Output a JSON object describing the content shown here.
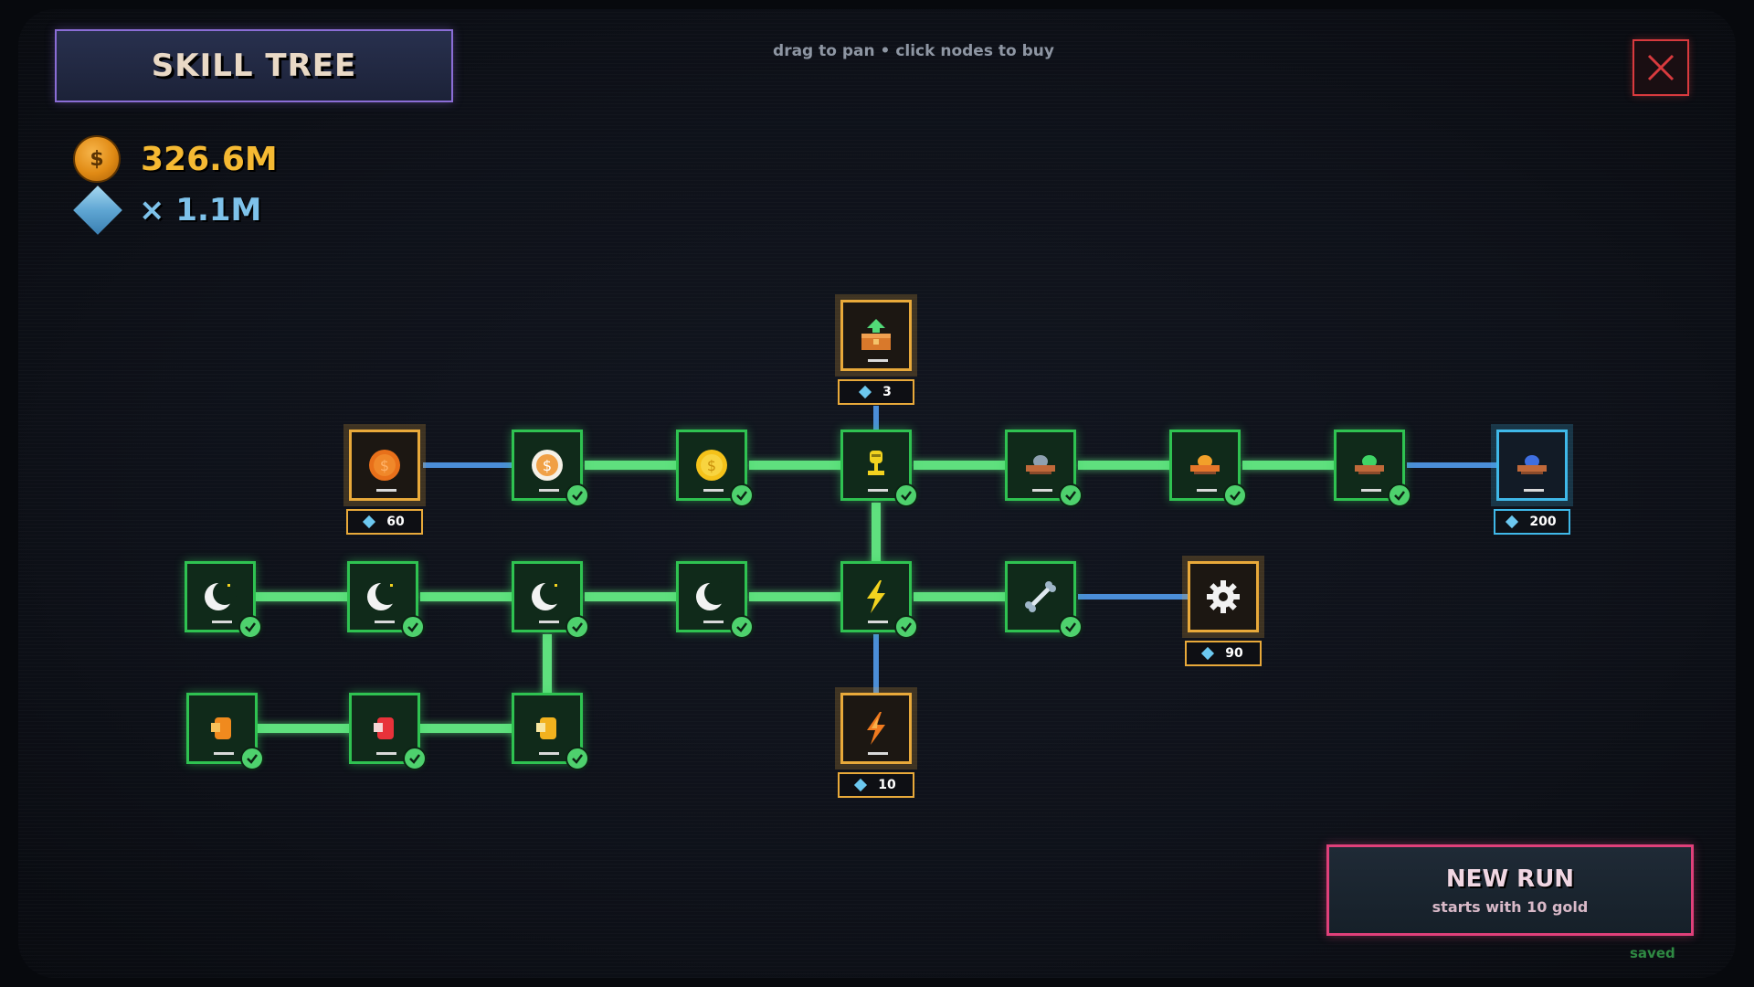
{
  "title": "SKILL TREE",
  "hint": "drag to pan • click nodes to buy",
  "currency": {
    "gold": "326.6M",
    "gems": "× 1.1M",
    "gold_symbol": "$"
  },
  "new_run": {
    "label": "NEW RUN",
    "subtitle": "starts with 10 gold"
  },
  "status": "saved",
  "colors": {
    "owned": "#2fc251",
    "buyable_gold": "#e8a93a",
    "buyable_blue": "#3fb8e8",
    "link_owned": "#5fe07e",
    "link_locked": "#4b8ed8"
  },
  "nodes": [
    {
      "id": "chest",
      "icon": "chest-icon",
      "state": "gold-frame",
      "cost": "3"
    },
    {
      "id": "coin-orange",
      "icon": "orange-coin-icon",
      "state": "gold-frame",
      "cost": "60"
    },
    {
      "id": "coin-white",
      "icon": "white-coin-icon",
      "state": "owned"
    },
    {
      "id": "coin-yellow",
      "icon": "yellow-coin-icon",
      "state": "owned"
    },
    {
      "id": "trophy",
      "icon": "trophy-icon",
      "state": "owned"
    },
    {
      "id": "ufo-grey",
      "icon": "grey-ufo-icon",
      "state": "owned"
    },
    {
      "id": "ufo-orange",
      "icon": "orange-ufo-icon",
      "state": "owned"
    },
    {
      "id": "ufo-green",
      "icon": "green-ufo-icon",
      "state": "owned"
    },
    {
      "id": "ufo-blue",
      "icon": "blue-ufo-icon",
      "state": "blue-frame",
      "cost": "200"
    },
    {
      "id": "moon-1",
      "icon": "moon-icon",
      "state": "owned"
    },
    {
      "id": "moon-2",
      "icon": "moon-icon",
      "state": "owned"
    },
    {
      "id": "moon-3",
      "icon": "moon-icon",
      "state": "owned"
    },
    {
      "id": "moon-4",
      "icon": "moon-icon",
      "state": "owned"
    },
    {
      "id": "bolt-yellow",
      "icon": "lightning-icon",
      "state": "owned"
    },
    {
      "id": "bone",
      "icon": "bone-icon",
      "state": "owned"
    },
    {
      "id": "gear",
      "icon": "gear-icon",
      "state": "gold-frame",
      "cost": "90"
    },
    {
      "id": "bolt-orange",
      "icon": "orange-lightning-icon",
      "state": "gold-frame",
      "cost": "10"
    },
    {
      "id": "gem-orange",
      "icon": "orange-gem-icon",
      "state": "owned"
    },
    {
      "id": "gem-red",
      "icon": "red-gem-icon",
      "state": "owned"
    },
    {
      "id": "gem-yellow",
      "icon": "yellow-gem-icon",
      "state": "owned"
    }
  ]
}
